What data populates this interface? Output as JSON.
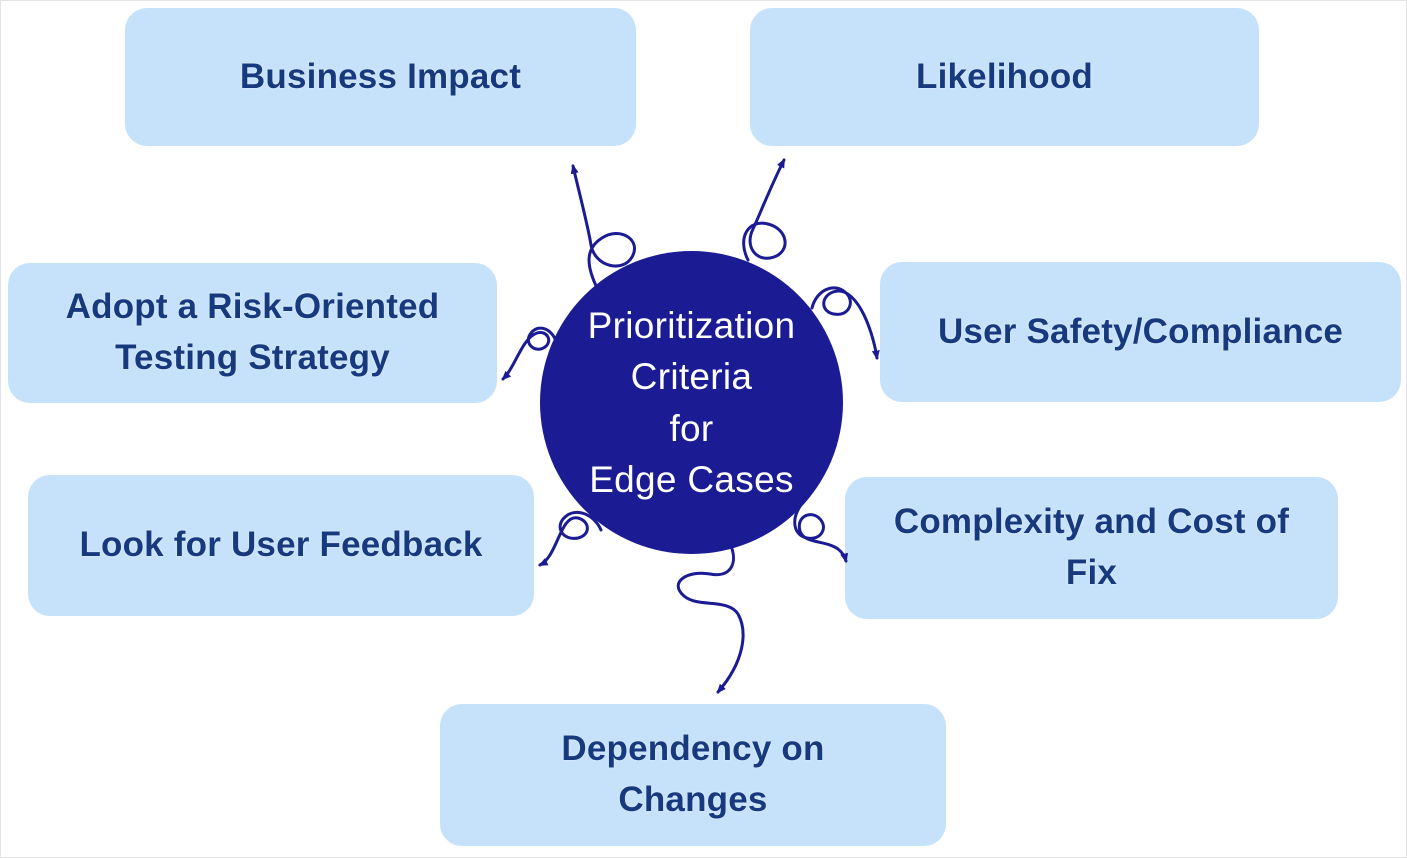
{
  "diagram": {
    "title": "Prioritization Criteria for Edge Cases",
    "center": {
      "lines": [
        "Prioritization",
        "Criteria",
        "for",
        "Edge Cases"
      ]
    },
    "nodes": [
      {
        "id": "business-impact",
        "label": "Business Impact"
      },
      {
        "id": "likelihood",
        "label": "Likelihood"
      },
      {
        "id": "risk-oriented-strategy",
        "label": "Adopt a Risk-Oriented\nTesting Strategy"
      },
      {
        "id": "user-safety-compliance",
        "label": "User Safety/Compliance"
      },
      {
        "id": "user-feedback",
        "label": "Look for User Feedback"
      },
      {
        "id": "complexity-cost-of-fix",
        "label": "Complexity and Cost of\nFix"
      },
      {
        "id": "dependency-on-changes",
        "label": "Dependency on\nChanges"
      }
    ],
    "colors": {
      "background": "#ffffff",
      "node_fill": "#c6e2fb",
      "node_text": "#17397e",
      "center_fill": "#1b1b94",
      "center_text": "#ffffff",
      "arrow": "#1b1b94"
    }
  }
}
